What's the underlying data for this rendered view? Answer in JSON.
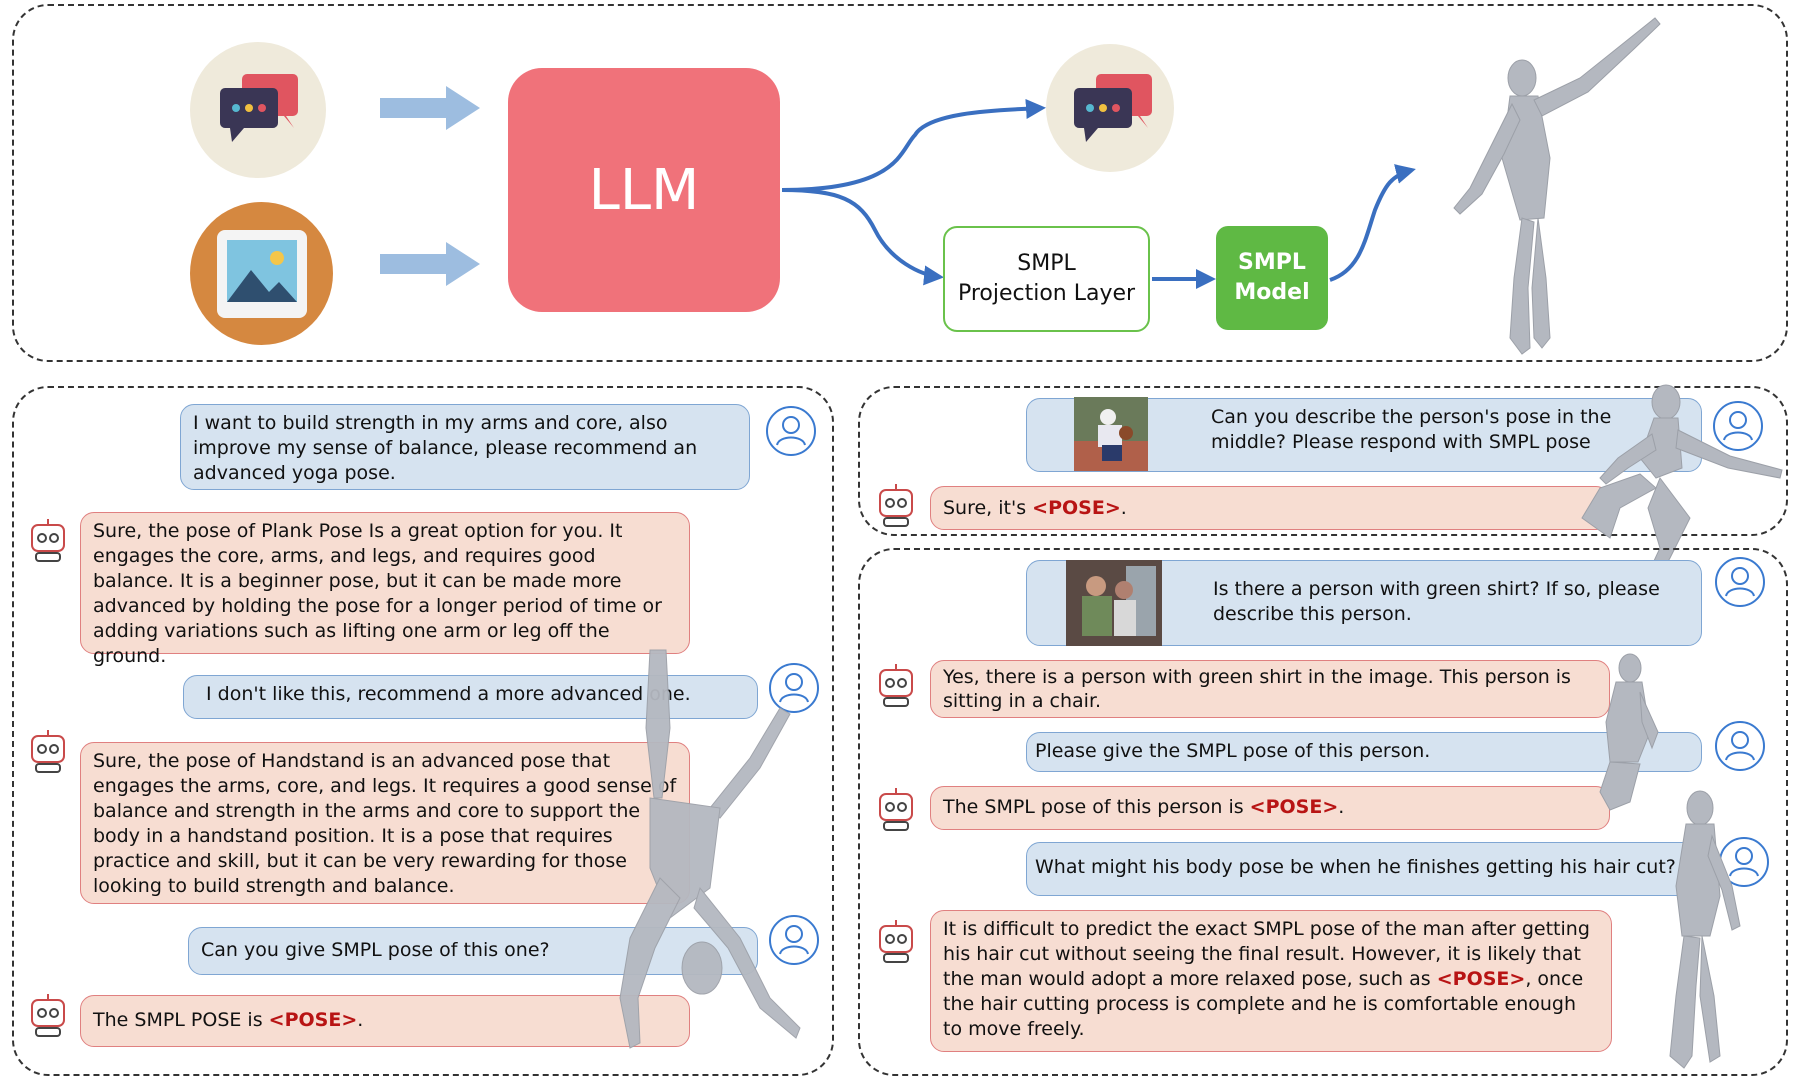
{
  "pipeline": {
    "llm_label": "LLM",
    "projection_line1": "SMPL",
    "projection_line2": "Projection Layer",
    "smpl_line1": "SMPL",
    "smpl_line2": "Model"
  },
  "left_chat": {
    "user1": "I want to build strength in my arms and core, also improve my sense of balance, please recommend an advanced yoga pose.",
    "bot1": "Sure, the pose of Plank Pose Is a great option for you. It engages the core, arms, and legs, and requires good balance. It is a beginner pose, but it can be made more advanced by holding the pose for a longer period of time or adding variations such as lifting one arm or leg off the ground.",
    "user2": "I don't like this, recommend a more advanced one.",
    "bot2": "Sure, the pose of Handstand is an advanced pose that engages the arms, core, and legs. It requires a good sense of balance and strength in the arms and core to support the body in a handstand position. It is a pose that requires practice and skill, but it can be very rewarding for those looking to build strength and balance.",
    "user3": "Can you give SMPL pose of this one?",
    "bot3_prefix": "The SMPL POSE is ",
    "bot3_pose": "<POSE>",
    "bot3_suffix": "."
  },
  "right_top_chat": {
    "user1": "Can you describe the person's pose in the middle? Please respond with SMPL pose",
    "bot1_prefix": "Sure, it's ",
    "bot1_pose": "<POSE>",
    "bot1_suffix": "."
  },
  "right_bottom_chat": {
    "user1": "Is there a person with green shirt? If so, please describe this person.",
    "bot1": "Yes, there is a person with green shirt in the image. This person is sitting in a chair.",
    "user2": "Please give the SMPL pose of this person.",
    "bot2_prefix": "The SMPL pose of this person is ",
    "bot2_pose": "<POSE>",
    "bot2_suffix": ".",
    "user3": "What might his body pose be when he finishes getting his hair cut?",
    "bot3_part1": "It is difficult to predict the exact SMPL pose of the man after getting his hair cut without seeing the final result. However, it is likely that the man would adopt a more relaxed pose, such as ",
    "bot3_pose": "<POSE>",
    "bot3_part2": ", once the hair cutting process is complete and he is comfortable enough to move freely."
  },
  "icons": [
    "chat-bubbles-icon",
    "image-icon",
    "user-icon",
    "robot-icon",
    "arrow-icon"
  ],
  "colors": {
    "llm": "#f0727a",
    "smpl_model": "#5fb944",
    "user_bubble": "#d6e3f0",
    "bot_bubble": "#f7ddd2",
    "pose_token": "#b81414",
    "arrow_blue": "#3a6fc0"
  }
}
